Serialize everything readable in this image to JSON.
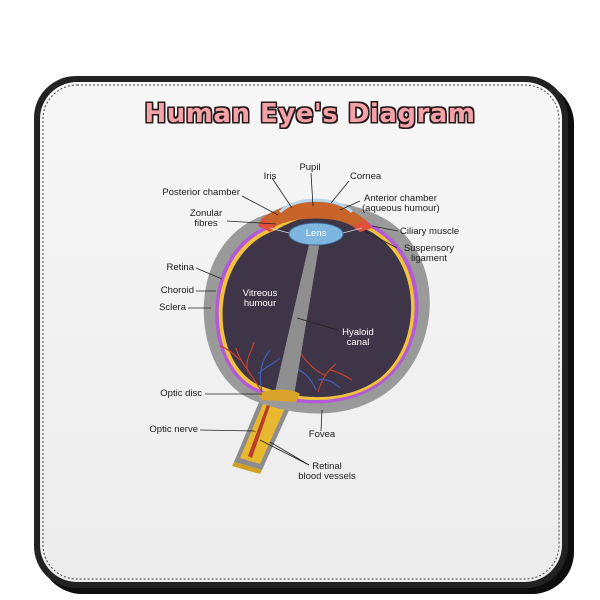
{
  "title": "Human Eye's Diagram",
  "labels": {
    "pupil": "Pupil",
    "iris": "Iris",
    "cornea": "Cornea",
    "posterior_chamber": "Posterior chamber",
    "anterior_chamber_1": "Anterior chamber",
    "anterior_chamber_2": "(aqueous humour)",
    "zonular_1": "Zonular",
    "zonular_2": "fibres",
    "lens": "Lens",
    "ciliary_muscle": "Ciliary muscle",
    "suspensory_1": "Suspensory",
    "suspensory_2": "ligament",
    "retina": "Retina",
    "choroid": "Choroid",
    "sclera": "Sclera",
    "vitreous_1": "Vitreous",
    "vitreous_2": "humour",
    "hyaloid_1": "Hyaloid",
    "hyaloid_2": "canal",
    "optic_disc": "Optic disc",
    "optic_nerve": "Optic nerve",
    "fovea": "Fovea",
    "retinal_1": "Retinal",
    "retinal_2": "blood vessels"
  },
  "colors": {
    "mat_border": "#1b1b1b",
    "mat_surface": "#f3f3f3",
    "title_fill": "#f3a3a8",
    "sclera": "#9a9a9a",
    "vitreous": "#3f3548",
    "choroid": "#b35ad6",
    "retina": "#f2c23a",
    "lens": "#7fb6e0",
    "iris": "#c8642a",
    "nerve": "#e8b830"
  }
}
